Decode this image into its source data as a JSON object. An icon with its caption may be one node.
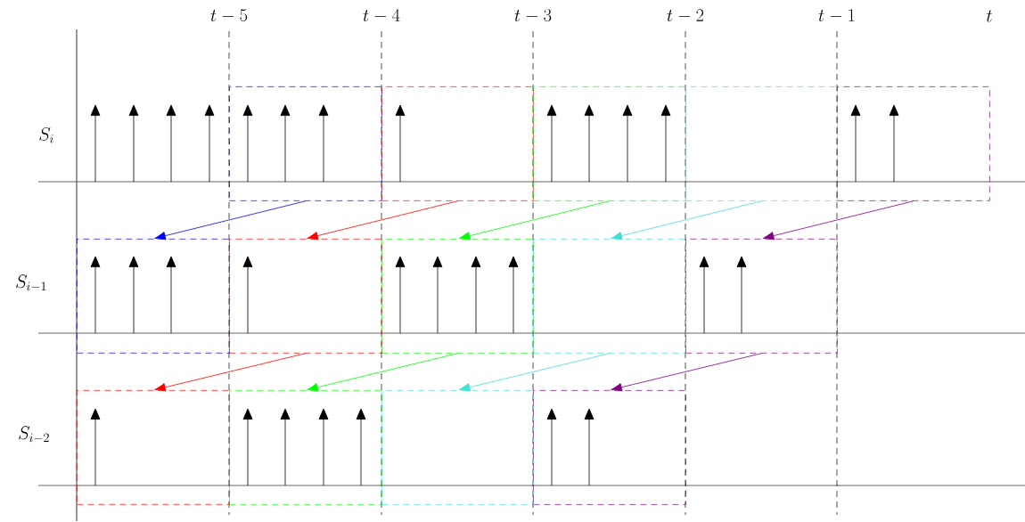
{
  "diagram": {
    "nodes": [
      {
        "text": [],
        "shape": "box"
      },
      {
        "text": [],
        "shape": "box"
      },
      {
        "text": [],
        "shape": "box"
      },
      {
        "text": [],
        "shape": "box"
      },
      {
        "text": [],
        "shape": "box"
      },
      {
        "text": [],
        "shape": "box"
      },
      {
        "text": [],
        "shape": "box"
      },
      {
        "text": [],
        "shape": "box"
      },
      {
        "text": [],
        "shape": "box"
      },
      {
        "text": [],
        "shape": "box"
      },
      {
        "text": [],
        "shape": "box"
      },
      {
        "text": [],
        "shape": "box"
      },
      {
        "text": [],
        "shape": "box"
      },
      {
        "text": [],
        "shape": "box"
      }
    ],
    "edges": [
      {
        "from": 0,
        "to": 5,
        "arrow": "to",
        "color": "#0000ff"
      },
      {
        "from": 1,
        "to": 6,
        "arrow": "to",
        "color": "#ff0000"
      },
      {
        "from": 2,
        "to": 7,
        "arrow": "to",
        "color": "#00ff00"
      },
      {
        "from": 3,
        "to": 8,
        "arrow": "to",
        "color": "#40e0d0"
      },
      {
        "from": 4,
        "to": 9,
        "arrow": "to",
        "color": "#800080"
      },
      {
        "from": 6,
        "to": 10,
        "arrow": "to",
        "color": "#ff0000"
      },
      {
        "from": 7,
        "to": 11,
        "arrow": "to",
        "color": "#00ff00"
      },
      {
        "from": 8,
        "to": 12,
        "arrow": "to",
        "color": "#40e0d0"
      },
      {
        "from": 9,
        "to": 13,
        "arrow": "to",
        "color": "#800080"
      }
    ],
    "labels": [
      "t-5",
      "t-4",
      "t-3",
      "t-2",
      "t-1",
      "t",
      "S_i",
      "S_{i-1}",
      "S_{i-2}"
    ]
  }
}
